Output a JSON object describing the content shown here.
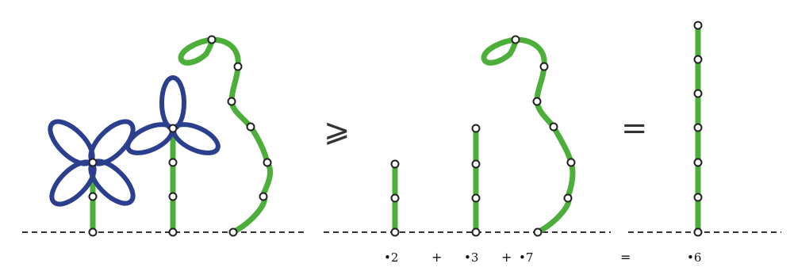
{
  "equation": {
    "geq_symbol": "⩾",
    "eq_symbol": "="
  },
  "labels": {
    "term1": "•2",
    "plus1": "+",
    "term2": "•3",
    "plus2": "+",
    "term3": "•7",
    "equals": "=",
    "result": "•6"
  },
  "colors": {
    "stem": "#4caf3a",
    "petal": "#2b3f8e",
    "node_fill": "#ffffff",
    "ground": "#333333"
  }
}
